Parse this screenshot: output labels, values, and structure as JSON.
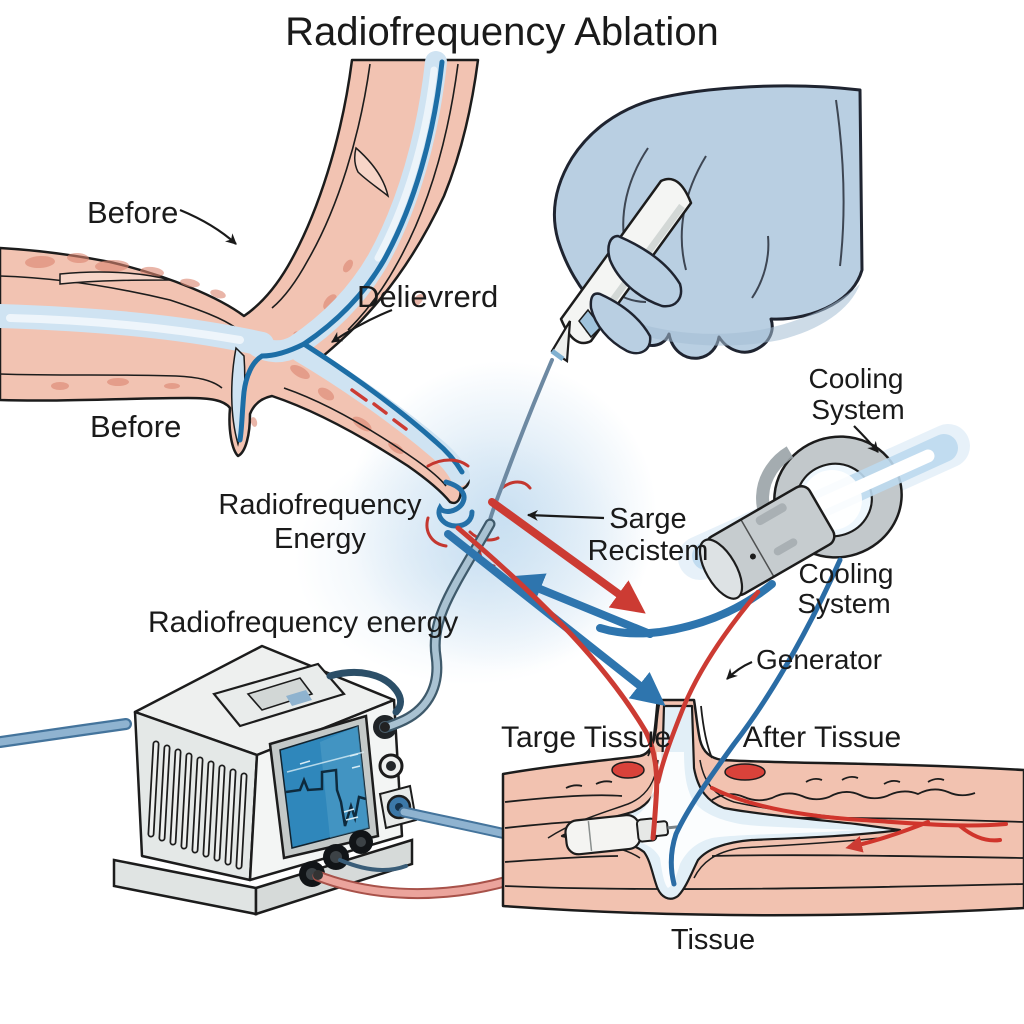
{
  "title": "Radiofrequency Ablation",
  "labels": {
    "before_top": "Before",
    "before_bottom": "Before",
    "delivered": "Delievrerd",
    "rf_energy": {
      "line1": "Radiofrequency",
      "line2": "Energy"
    },
    "sarge_recistem": {
      "line1": "Sarge",
      "line2": "Recistem"
    },
    "cooling_system_top": {
      "line1": "Cooling",
      "line2": "System"
    },
    "cooling_system_bottom": {
      "line1": "Cooling",
      "line2": "System"
    },
    "rf_energy_lower": "Radiofrequency energy",
    "generator": "Generator",
    "target_tissue": "Targe Tissue",
    "after_tissue": "After Tissue",
    "tissue": "Tissue"
  },
  "colors": {
    "background": "#ffffff",
    "outline": "#1c1c1c",
    "vessel_wall_pink": "#f2c3b2",
    "vessel_speckle_red": "#dc8570",
    "vessel_lumen_blue": "#cfe3f2",
    "catheter_blue": "#1d6ea6",
    "glow_blue": "#c3dcf0",
    "glove_blue": "#b9cfe2",
    "probe_white": "#f4f5f3",
    "arrow_red": "#cc3b33",
    "arrow_blue": "#2e75ae",
    "device_gray": "#c6cccf",
    "screen_blue": "#2f87bb",
    "tissue_pink": "#f2c2b0",
    "ablation_zone_blue": "#e2eff7",
    "cable_red": "#eba49c",
    "cable_blue": "#8fb3d0"
  }
}
